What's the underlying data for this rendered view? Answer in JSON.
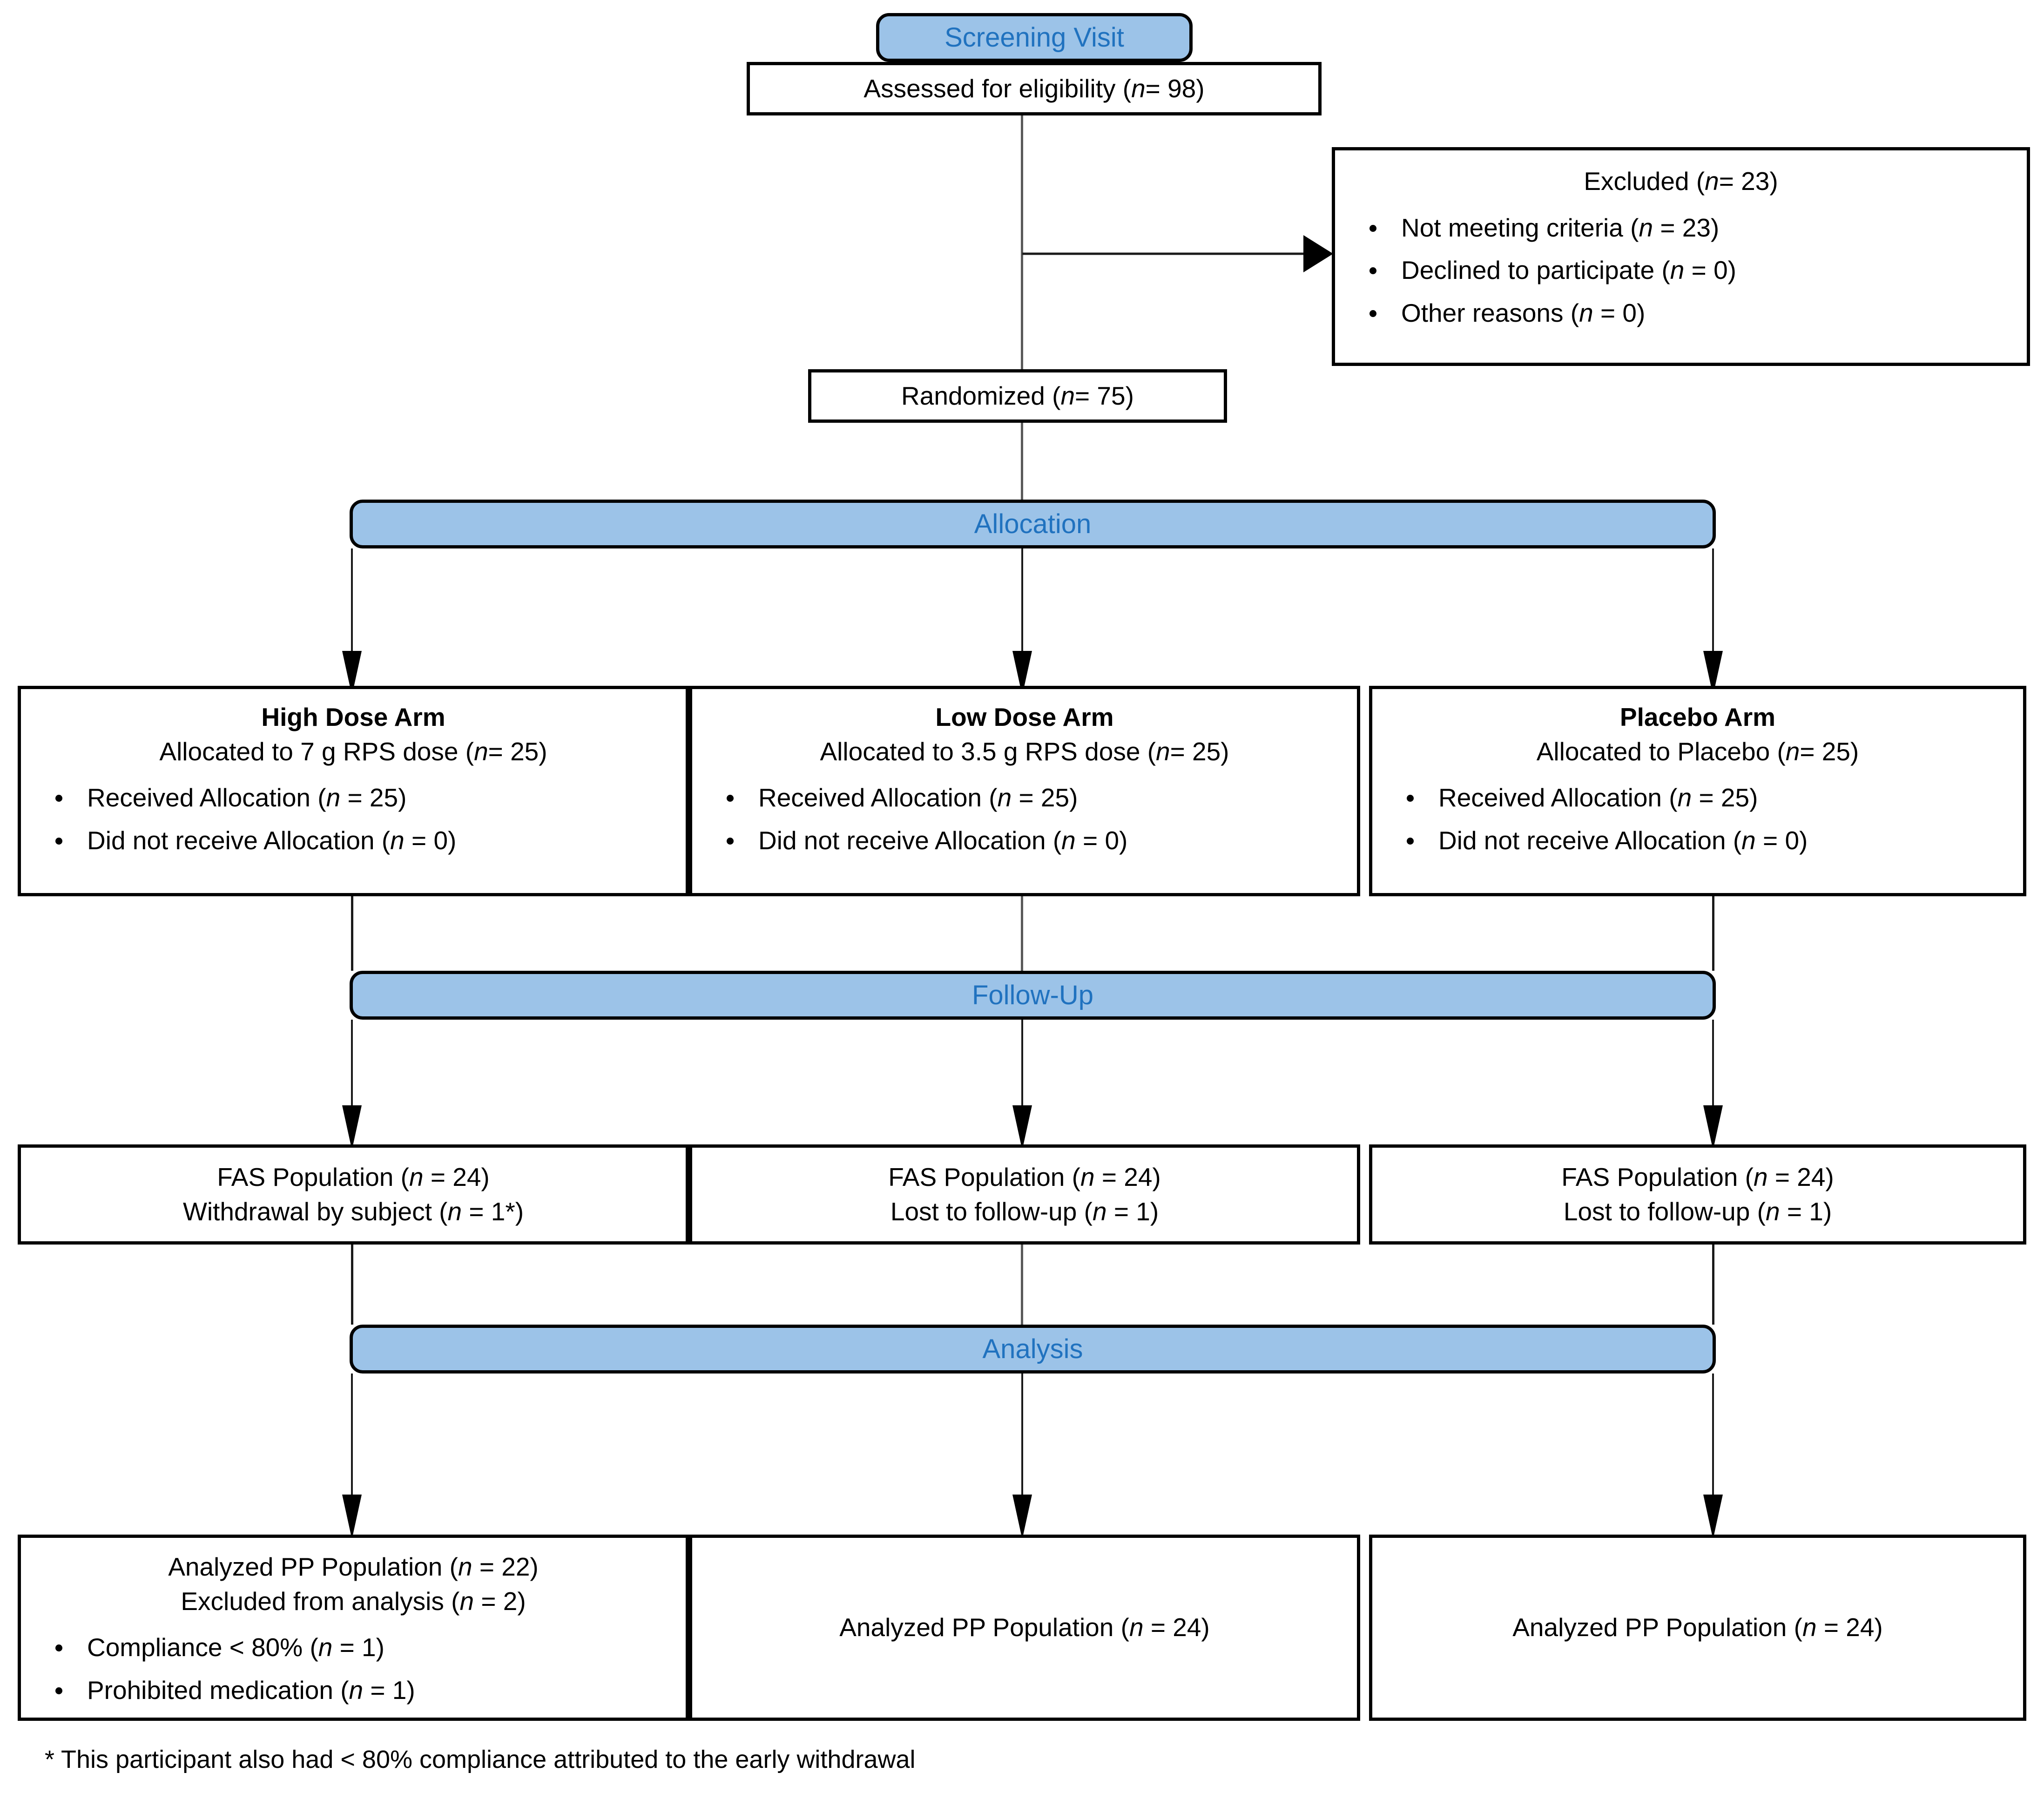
{
  "diagram": {
    "title_blocks": {
      "screening": "Screening Visit",
      "allocation": "Allocation",
      "followup": "Follow-Up",
      "analysis": "Analysis"
    },
    "colors": {
      "banner_fill": "#9CC3E8",
      "banner_text": "#2072BF",
      "box_border": "#000000",
      "box_fill": "#FFFFFF",
      "connector": "#1A1A1A"
    },
    "enrollment": {
      "assessed": {
        "label": "Assessed for eligibility (",
        "n_label": "n",
        "n_value": "= 98)"
      },
      "excluded": {
        "heading_pre": "Excluded (",
        "heading_n": "n",
        "heading_post": "= 23)",
        "items": [
          {
            "pre": "Not meeting criteria (",
            "n": "n",
            "post": " = 23)"
          },
          {
            "pre": "Declined to participate (",
            "n": "n",
            "post": " = 0)"
          },
          {
            "pre": "Other reasons (",
            "n": "n",
            "post": " = 0)"
          }
        ]
      },
      "randomized": {
        "pre": "Randomized (",
        "n": "n",
        "post": "= 75)"
      }
    },
    "arms": [
      {
        "title": "High Dose Arm",
        "allocated": {
          "pre": "Allocated to 7 g RPS dose (",
          "n": "n",
          "post": "= 25)"
        },
        "items": [
          {
            "pre": "Received Allocation (",
            "n": "n",
            "post": " = 25)"
          },
          {
            "pre": "Did not receive Allocation (",
            "n": "n",
            "post": " = 0)"
          }
        ],
        "followup": [
          {
            "pre": "FAS Population (",
            "n": "n",
            "post": " = 24)"
          },
          {
            "pre": "Withdrawal by subject (",
            "n": "n",
            "post": " = 1*)"
          }
        ],
        "analysis_lines": [
          {
            "pre": "Analyzed PP Population (",
            "n": "n",
            "post": " = 22)"
          },
          {
            "pre": "Excluded from analysis (",
            "n": "n",
            "post": " = 2)"
          }
        ],
        "analysis_items": [
          {
            "pre": "Compliance < 80% (",
            "n": "n",
            "post": " = 1)"
          },
          {
            "pre": "Prohibited medication (",
            "n": "n",
            "post": " = 1)"
          }
        ]
      },
      {
        "title": "Low Dose Arm",
        "allocated": {
          "pre": "Allocated to 3.5 g RPS dose (",
          "n": "n",
          "post": "= 25)"
        },
        "items": [
          {
            "pre": "Received Allocation (",
            "n": "n",
            "post": " = 25)"
          },
          {
            "pre": "Did not receive Allocation (",
            "n": "n",
            "post": " = 0)"
          }
        ],
        "followup": [
          {
            "pre": "FAS Population (",
            "n": "n",
            "post": " = 24)"
          },
          {
            "pre": "Lost to follow-up (",
            "n": "n",
            "post": " = 1)"
          }
        ],
        "analysis_lines": [
          {
            "pre": "Analyzed PP Population (",
            "n": "n",
            "post": " = 24)"
          }
        ],
        "analysis_items": []
      },
      {
        "title": "Placebo Arm",
        "allocated": {
          "pre": "Allocated to Placebo (",
          "n": "n",
          "post": "= 25)"
        },
        "items": [
          {
            "pre": "Received Allocation (",
            "n": "n",
            "post": " = 25)"
          },
          {
            "pre": "Did not receive Allocation (",
            "n": "n",
            "post": " = 0)"
          }
        ],
        "followup": [
          {
            "pre": "FAS Population (",
            "n": "n",
            "post": " = 24)"
          },
          {
            "pre": "Lost to follow-up (",
            "n": "n",
            "post": " = 1)"
          }
        ],
        "analysis_lines": [
          {
            "pre": "Analyzed PP Population (",
            "n": "n",
            "post": " = 24)"
          }
        ],
        "analysis_items": []
      }
    ],
    "footnote": "* This participant also had < 80% compliance attributed to the early withdrawal"
  }
}
